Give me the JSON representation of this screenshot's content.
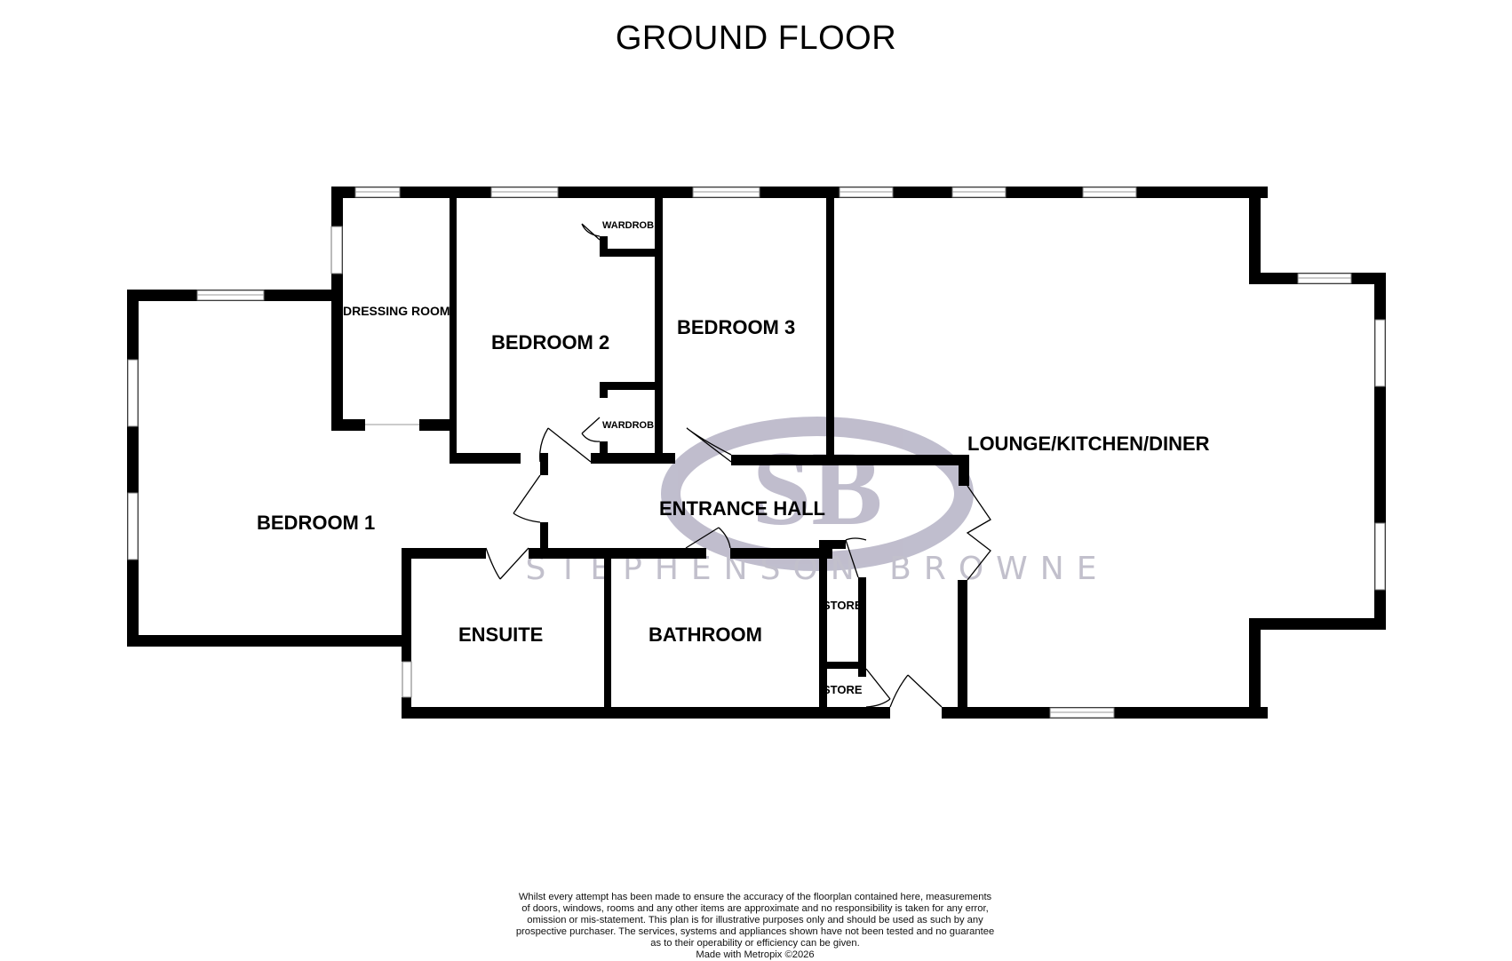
{
  "title": "GROUND FLOOR",
  "watermark": {
    "monogram": "SB",
    "brand": "STEPHENSON BROWNE",
    "color": "#b9b6c8"
  },
  "rooms": {
    "bedroom1": "BEDROOM 1",
    "dressing_room": "DRESSING ROOM",
    "bedroom2": "BEDROOM 2",
    "wardrobe_top": "WARDROB",
    "wardrobe_bottom": "WARDROB",
    "bedroom3": "BEDROOM 3",
    "lounge": "LOUNGE/KITCHEN/DINER",
    "entrance_hall": "ENTRANCE HALL",
    "ensuite": "ENSUITE",
    "bathroom": "BATHROOM",
    "store_upper": "STORE",
    "store_lower": "STORE"
  },
  "disclaimer": {
    "lines": [
      "Whilst every attempt has been made to ensure the accuracy of the floorplan contained here, measurements",
      "of doors, windows, rooms and any other items are approximate and no responsibility is taken for any error,",
      "omission or mis-statement. This plan is for illustrative purposes only and should be used as such by any",
      "prospective purchaser. The services, systems and appliances shown have not been tested and no guarantee",
      "as to their operability or efficiency can be given."
    ],
    "credit": "Made with Metropix ©2026"
  }
}
